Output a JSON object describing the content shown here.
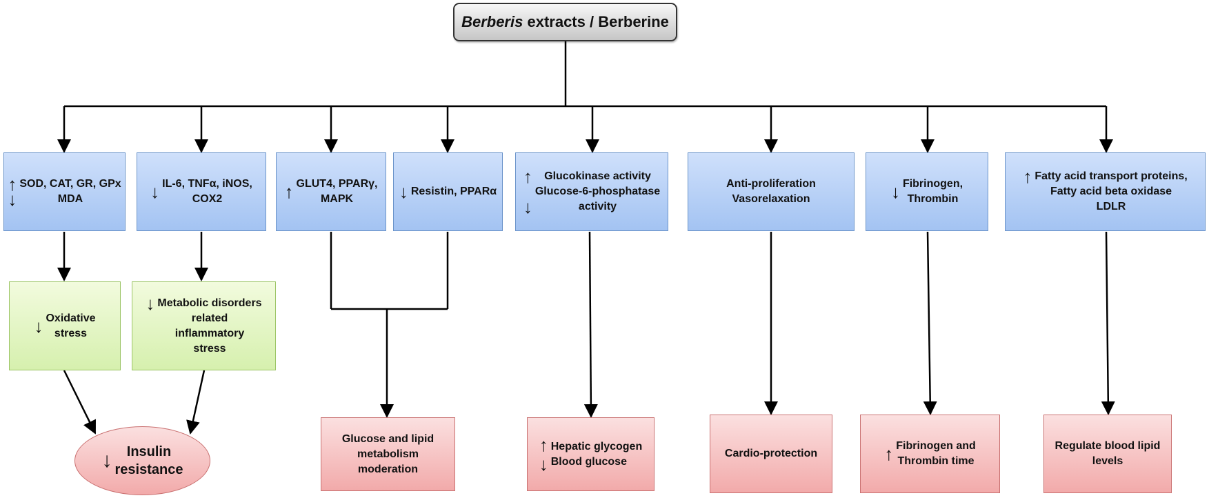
{
  "root": {
    "italic": "Berberis",
    "text": " extracts / Berberine"
  },
  "effects": {
    "antioxidant": {
      "arrow_up": "↑",
      "line1": "SOD, CAT, GR, GPx",
      "arrow_down": "↓",
      "line2": "MDA"
    },
    "inflammatory": {
      "arrow": "↓",
      "line1": "IL-6, TNFα, iNOS,",
      "line2": "COX2"
    },
    "glut4": {
      "arrow": "↑",
      "line1": "GLUT4, PPARγ,",
      "line2": "MAPK"
    },
    "resistin": {
      "arrow": "↓",
      "text": "Resistin, PPARα"
    },
    "glucokinase": {
      "arrow_up": "↑",
      "line1": "Glucokinase activity",
      "line2": "Glucose-6-phosphatase",
      "arrow_down": "↓",
      "line3": "activity"
    },
    "antiprolif": {
      "line1": "Anti-proliferation",
      "line2": "Vasorelaxation"
    },
    "fibrinogen": {
      "arrow": "↓",
      "line1": "Fibrinogen,",
      "line2": "Thrombin"
    },
    "fatty": {
      "arrow": "↑",
      "line1": "Fatty acid transport proteins,",
      "line2": "Fatty acid beta oxidase",
      "line3": "LDLR"
    }
  },
  "intermediate": {
    "oxidative": {
      "arrow": "↓",
      "line1": "Oxidative",
      "line2": "stress"
    },
    "metabolic": {
      "arrow": "↓",
      "line1": "Metabolic disorders",
      "line2": "related",
      "line3": "inflammatory",
      "line4": "stress"
    }
  },
  "outcomes": {
    "insulin": {
      "arrow": "↓",
      "line1": "Insulin",
      "line2": "resistance"
    },
    "glucose_lipid": {
      "line1": "Glucose and lipid",
      "line2": "metabolism",
      "line3": "moderation"
    },
    "hepatic": {
      "arrow_up": "↑",
      "line1": "Hepatic glycogen",
      "arrow_down": "↓",
      "line2": "Blood glucose"
    },
    "cardio": {
      "text": "Cardio-protection"
    },
    "fibrinogen_time": {
      "arrow": "↑",
      "line1": "Fibrinogen and",
      "line2": "Thrombin time"
    },
    "lipid": {
      "line1": "Regulate blood lipid",
      "line2": "levels"
    }
  }
}
